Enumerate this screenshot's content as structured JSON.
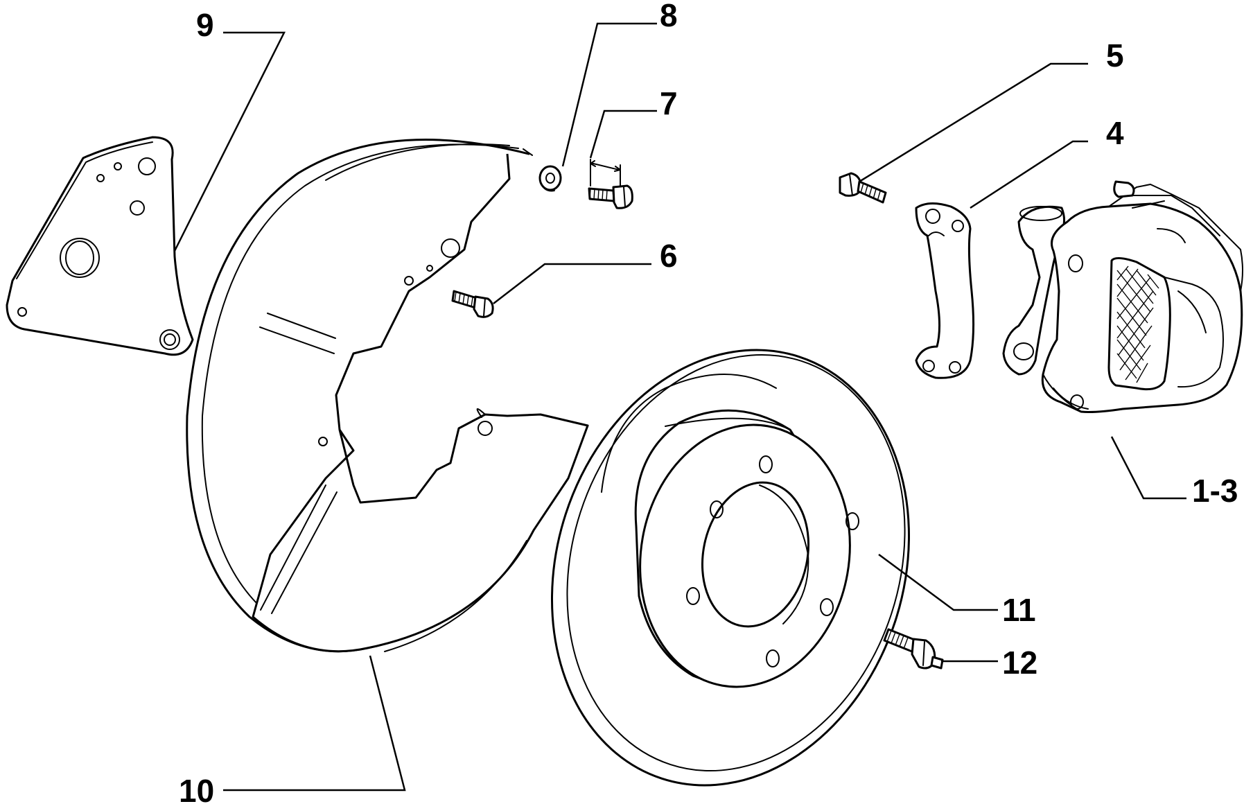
{
  "diagram": {
    "callouts": {
      "c9": "9",
      "c8": "8",
      "c7": "7",
      "c6": "6",
      "c5": "5",
      "c4": "4",
      "c13": "1-3",
      "c11": "11",
      "c12": "12",
      "c10": "10"
    },
    "colors": {
      "line": "#000000",
      "background": "#ffffff"
    }
  }
}
